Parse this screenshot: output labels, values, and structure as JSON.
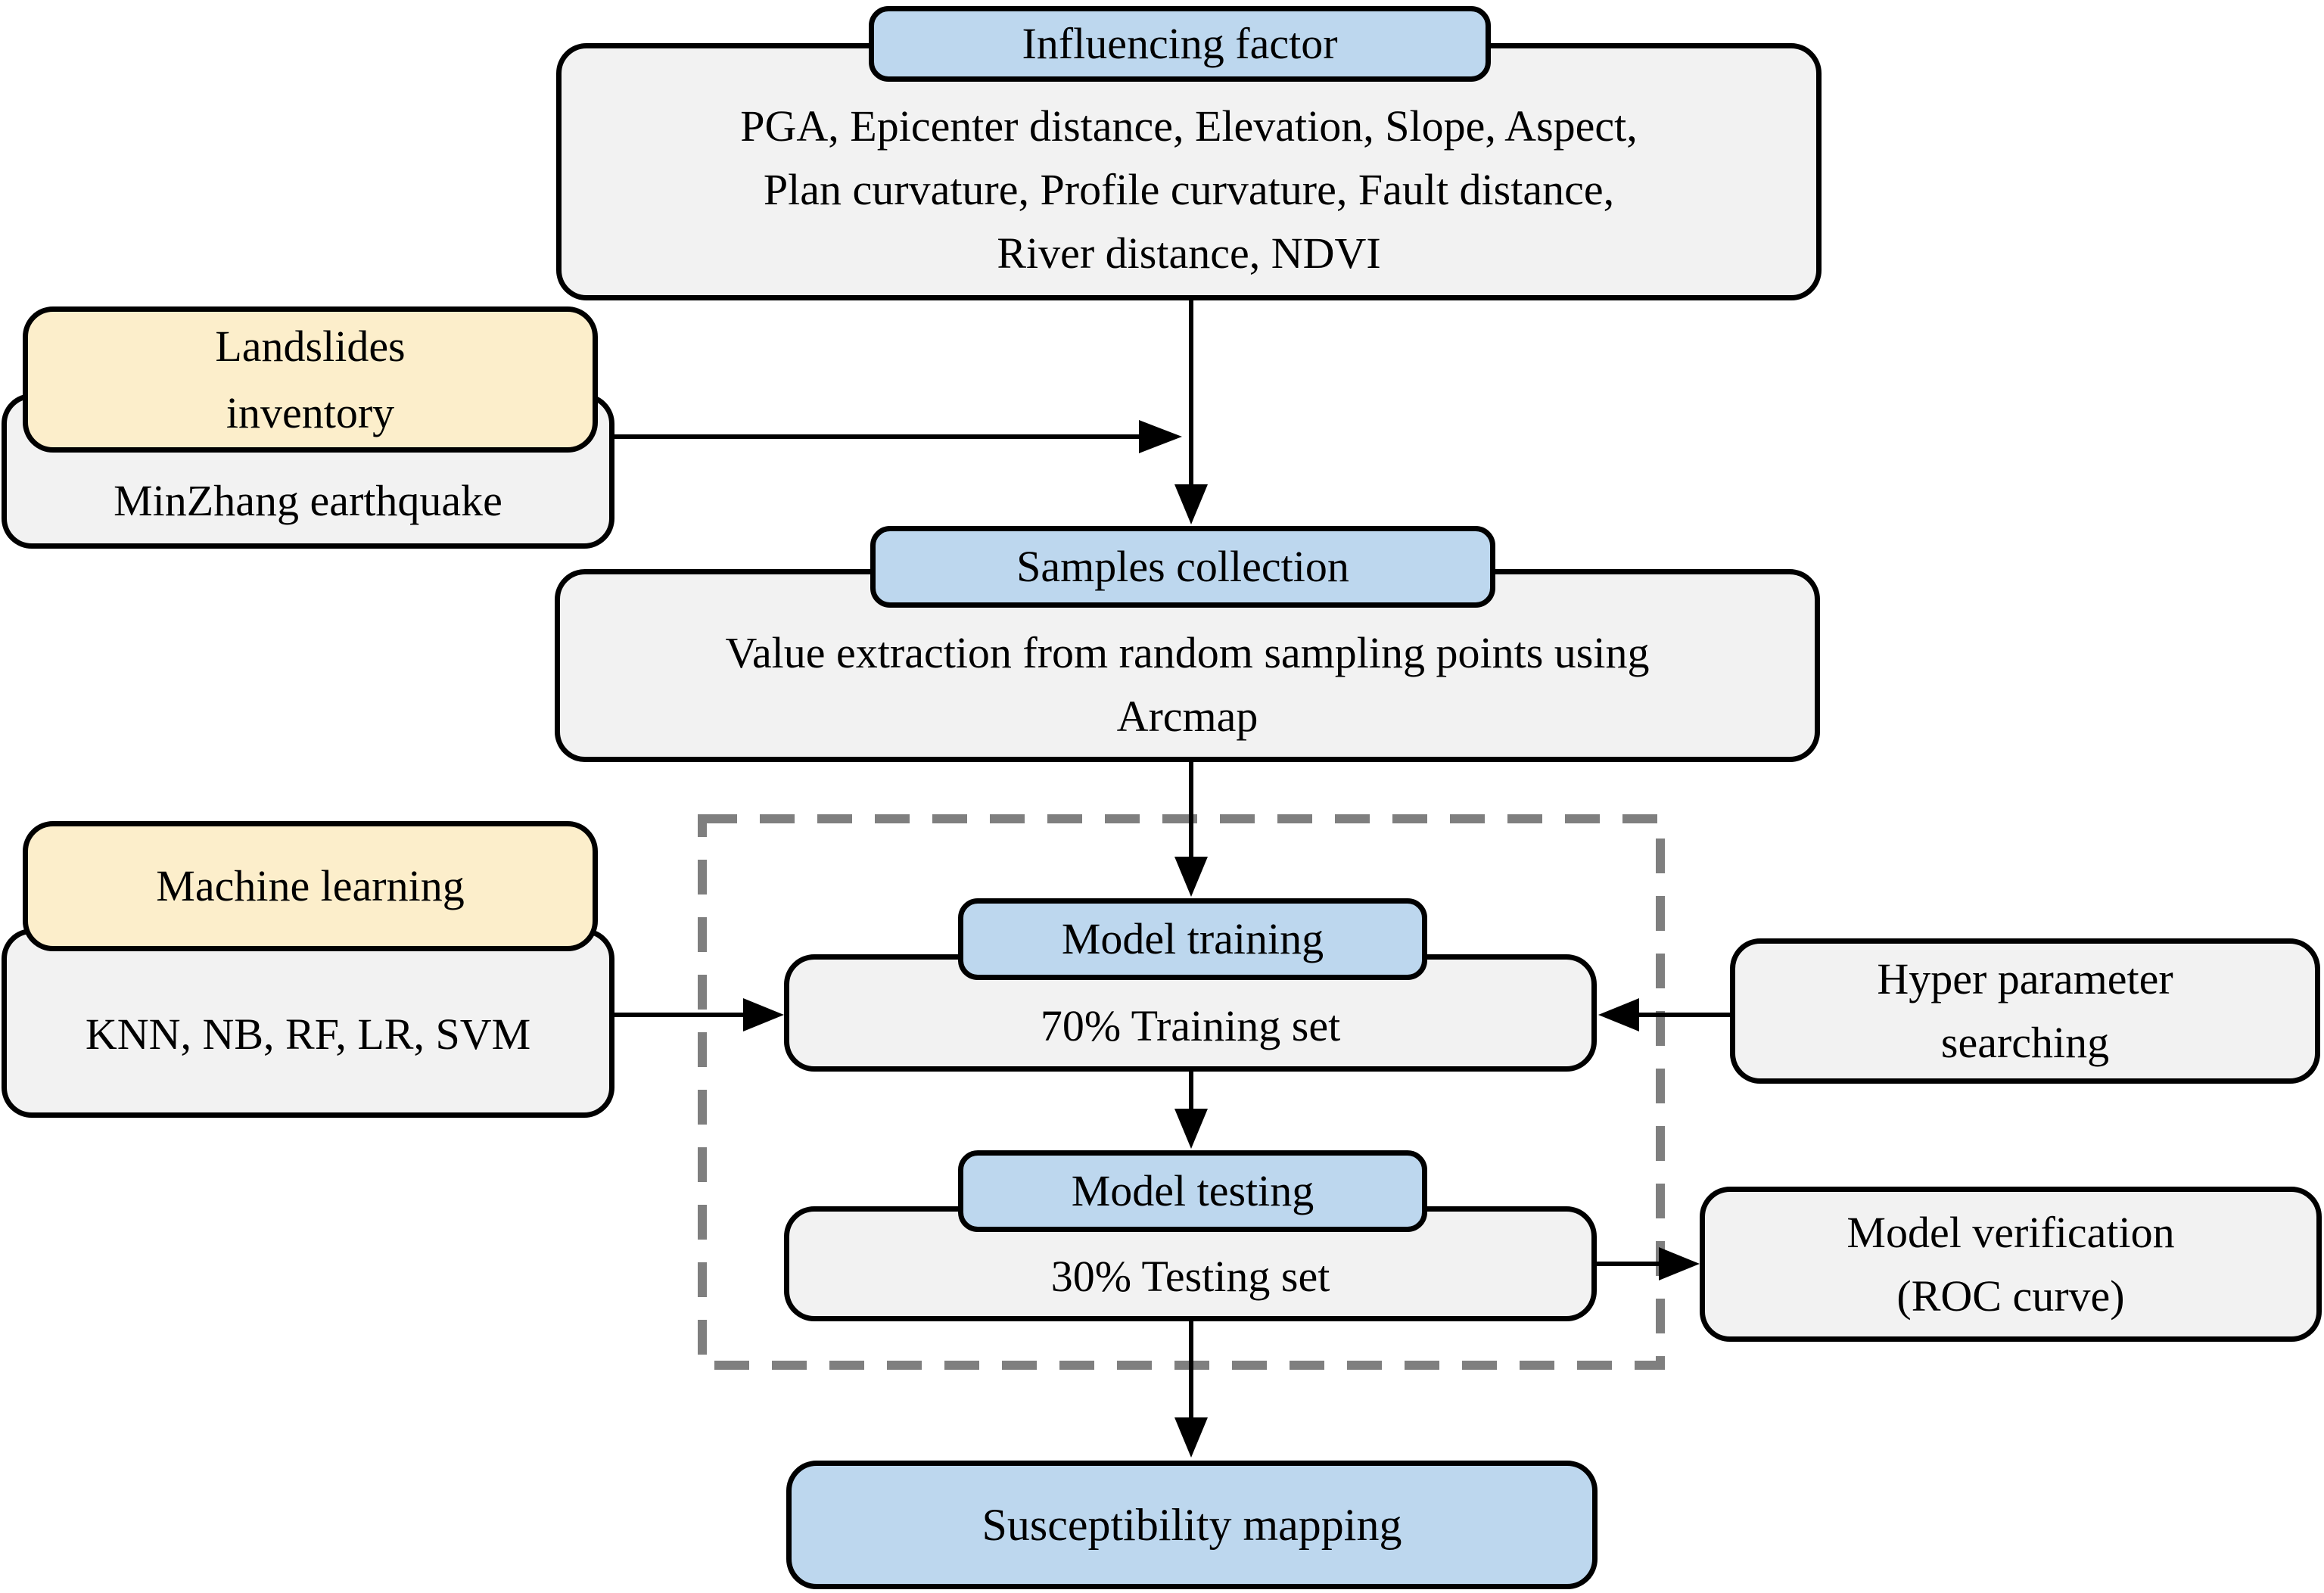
{
  "figure": {
    "type": "flowchart",
    "background": "#FFFFFF",
    "colors": {
      "header_blue": "#BDD7EE",
      "header_yellow": "#FCEECB",
      "body_gray": "#F2F2F2",
      "border": "#000000",
      "dashed_boundary_gray": "#7F7F7F"
    }
  },
  "nodes": {
    "influencing_factor": {
      "header": "Influencing factor",
      "body_lines": [
        "PGA, Epicenter distance, Elevation, Slope, Aspect,",
        "Plan curvature, Profile curvature, Fault distance,",
        "River distance, NDVI"
      ]
    },
    "landslides_inventory": {
      "header_lines": [
        "Landslides",
        "inventory"
      ],
      "body": "MinZhang earthquake"
    },
    "samples_collection": {
      "header": "Samples collection",
      "body_lines": [
        "Value extraction from random sampling points using",
        "Arcmap"
      ]
    },
    "machine_learning": {
      "header": "Machine learning",
      "body": "KNN, NB, RF, LR, SVM"
    },
    "model_training": {
      "header": "Model training",
      "body": "70% Training set"
    },
    "model_testing": {
      "header": "Model testing",
      "body": "30% Testing set"
    },
    "hyper_parameter": {
      "body_lines": [
        "Hyper parameter",
        "searching"
      ]
    },
    "model_verification": {
      "body_lines": [
        "Model verification",
        "(ROC curve)"
      ]
    },
    "susceptibility_mapping": {
      "label": "Susceptibility mapping"
    }
  }
}
